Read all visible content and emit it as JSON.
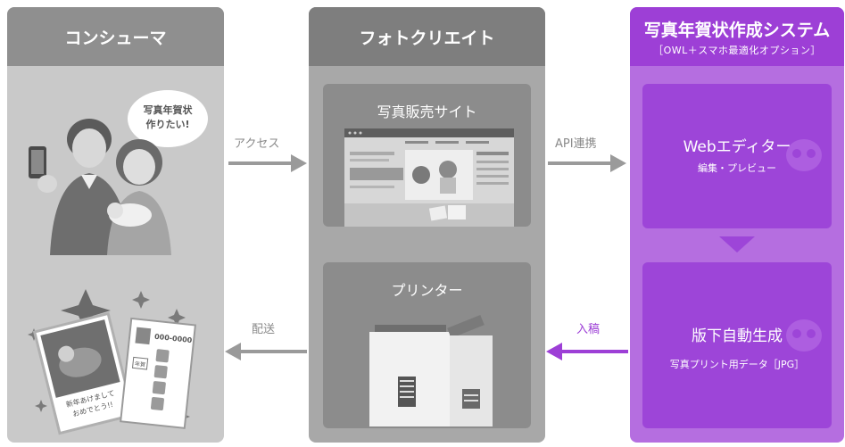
{
  "columns": {
    "consumer": {
      "title": "コンシューマ",
      "bubble": "写真年賀状\n作りたい!",
      "bubble_line1": "写真年賀状",
      "bubble_line2": "作りたい!",
      "card_text1": "新年あけまして",
      "card_text2": "おめでとう!!",
      "postcard_number": "000-0000",
      "stamp": "年賀"
    },
    "photocreate": {
      "title": "フォトクリエイト",
      "site_title": "写真販売サイト",
      "printer_title": "プリンター"
    },
    "system": {
      "title": "写真年賀状作成システム",
      "subtitle": "［OWL＋スマホ最適化オプション］",
      "editor_title": "Webエディター",
      "editor_sub": "編集・プレビュー",
      "gen_title": "版下自動生成",
      "gen_sub": "写真プリント用データ［JPG］"
    }
  },
  "arrows": {
    "access": "アクセス",
    "api": "API連携",
    "nyuko": "入稿",
    "haiso": "配送"
  },
  "colors": {
    "purple_dark": "#9d3fd6",
    "purple": "#b56ee0",
    "gray_dark": "#7e7e7e",
    "arrow_gray": "#9a9a9a",
    "arrow_purple": "#9d3fd6"
  }
}
